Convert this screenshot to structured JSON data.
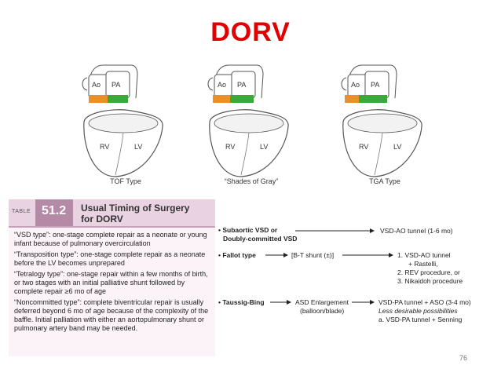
{
  "slide": {
    "title": "DORV",
    "page_number": "76"
  },
  "diagram": {
    "hearts": [
      {
        "caption": "TOF Type",
        "ao": "Ao",
        "pa": "PA",
        "rv": "RV",
        "lv": "LV"
      },
      {
        "caption": "“Shades of Gray”",
        "ao": "Ao",
        "pa": "PA",
        "rv": "RV",
        "lv": "LV"
      },
      {
        "caption": "TGA Type",
        "ao": "Ao",
        "pa": "PA",
        "rv": "RV",
        "lv": "LV"
      }
    ],
    "colors": {
      "ao": "#e8902a",
      "pa": "#3aa83a",
      "outline": "#555555"
    }
  },
  "table": {
    "tag": "TABLE",
    "number": "51.2",
    "title_line1": "Usual Timing of Surgery",
    "title_line2": "for DORV",
    "rows": [
      "“VSD type”: one-stage complete repair as a neonate or young infant because of pulmonary overcirculation",
      "“Transposition type”: one-stage complete repair as a neonate before the LV becomes unprepared",
      "“Tetralogy type”: one-stage repair within a few months of birth, or two stages with an initial palliative shunt followed by complete repair ≥6 mo of age",
      "“Noncommitted type”: complete biventricular repair is usually deferred beyond 6 mo of age because of the complexity of the baffle. Initial palliation with either an aortopulmonary shunt or pulmonary artery band may be needed."
    ]
  },
  "flowchart": {
    "row1_left_1": "• Subaortic VSD or",
    "row1_left_2": "Doubly-committed VSD",
    "row1_right": "VSD-AO tunnel (1-6 mo)",
    "row2_left": "• Fallot type",
    "row2_mid": "[B-T shunt (±)]",
    "row2_right_1": "1. VSD-AO tunnel",
    "row2_right_2": "+ Rastelli,",
    "row2_right_3": "2. REV procedure, or",
    "row2_right_4": "3. Nikaidoh procedure",
    "row3_left": "• Taussig-Bing",
    "row3_mid_1": "ASD Enlargement",
    "row3_mid_2": "(balloon/blade)",
    "row3_right_1": "VSD-PA tunnel + ASO (3-4 mo)",
    "row3_right_2": "Less desirable possibilities",
    "row3_right_3": "a. VSD-PA tunnel + Senning"
  }
}
